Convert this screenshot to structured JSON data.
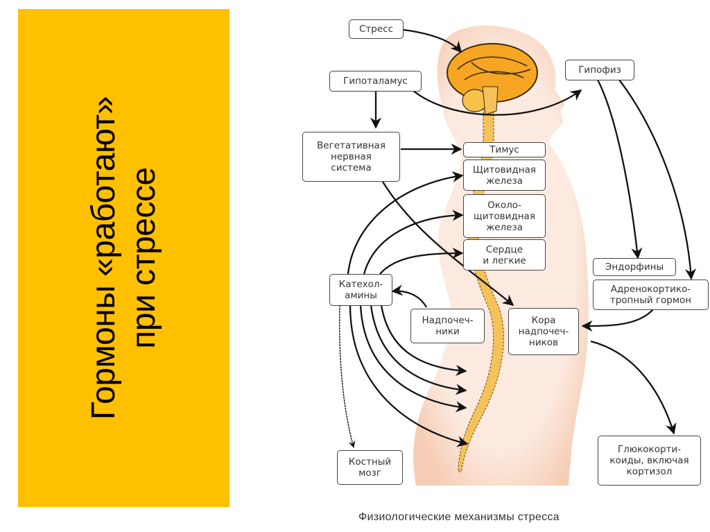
{
  "slide": {
    "title_line1": "Гормоны «работают»",
    "title_line2": "при стрессе",
    "accent_color": "#FFC000"
  },
  "diagram": {
    "caption": "Физиологические механизмы стресса",
    "colors": {
      "body": "#FBE3D4",
      "body_edge": "#F4C2A6",
      "brain": "#F6A623",
      "spine": "#F5C25A",
      "arrow": "#111111",
      "box_border": "#444444"
    },
    "nodes": {
      "stress": "Стресс",
      "hypothalamus": "Гипоталамус",
      "pituitary": "Гипофиз",
      "ans": "Вегетативная\nнервная\nсистема",
      "thymus": "Тимус",
      "thyroid": "Щитовидная\nжелеза",
      "parathyroid": "Около-\nщитовидная\nжелеза",
      "heart_lungs": "Сердце\nи легкие",
      "endorphins": "Эндорфины",
      "acth": "Адренокортико-\nтропный гормон",
      "catecholamines": "Катехол-\nамины",
      "adrenals": "Надпочеч-\nники",
      "adrenal_cortex": "Кора\nнадпочеч-\nников",
      "bone_marrow": "Костный\nмозг",
      "glucocorticoids": "Глюкокорти-\nкоиды, включая\nкортизол"
    }
  }
}
